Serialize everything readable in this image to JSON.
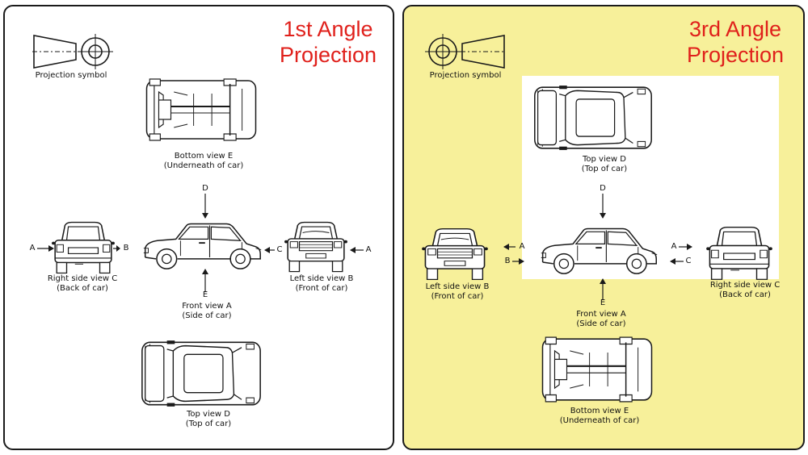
{
  "colors": {
    "title_red": "#e0201b",
    "third_panel_bg": "#f7f09a",
    "ink": "#1a1a1a"
  },
  "first_angle": {
    "title_line1": "1st Angle",
    "title_line2": "Projection",
    "symbol_label": "Projection symbol",
    "bottom_view": {
      "line1": "Bottom view E",
      "line2": "(Underneath of car)"
    },
    "front_view": {
      "line1": "Front view A",
      "line2": "(Side of car)"
    },
    "top_view": {
      "line1": "Top view D",
      "line2": "(Top of car)"
    },
    "right_view": {
      "line1": "Right side view C",
      "line2": "(Back of car)"
    },
    "left_view": {
      "line1": "Left side view B",
      "line2": "(Front of car)"
    },
    "letters": {
      "a": "A",
      "b": "B",
      "c": "C",
      "d": "D",
      "e": "E"
    }
  },
  "third_angle": {
    "title_line1": "3rd Angle",
    "title_line2": "Projection",
    "symbol_label": "Projection symbol",
    "top_view": {
      "line1": "Top view D",
      "line2": "(Top of car)"
    },
    "front_view": {
      "line1": "Front view A",
      "line2": "(Side of car)"
    },
    "bottom_view": {
      "line1": "Bottom view E",
      "line2": "(Underneath of car)"
    },
    "left_view": {
      "line1": "Left side view B",
      "line2": "(Front of car)"
    },
    "right_view": {
      "line1": "Right side view C",
      "line2": "(Back of car)"
    },
    "letters": {
      "a": "A",
      "b": "B",
      "c": "C",
      "d": "D",
      "e": "E"
    }
  }
}
